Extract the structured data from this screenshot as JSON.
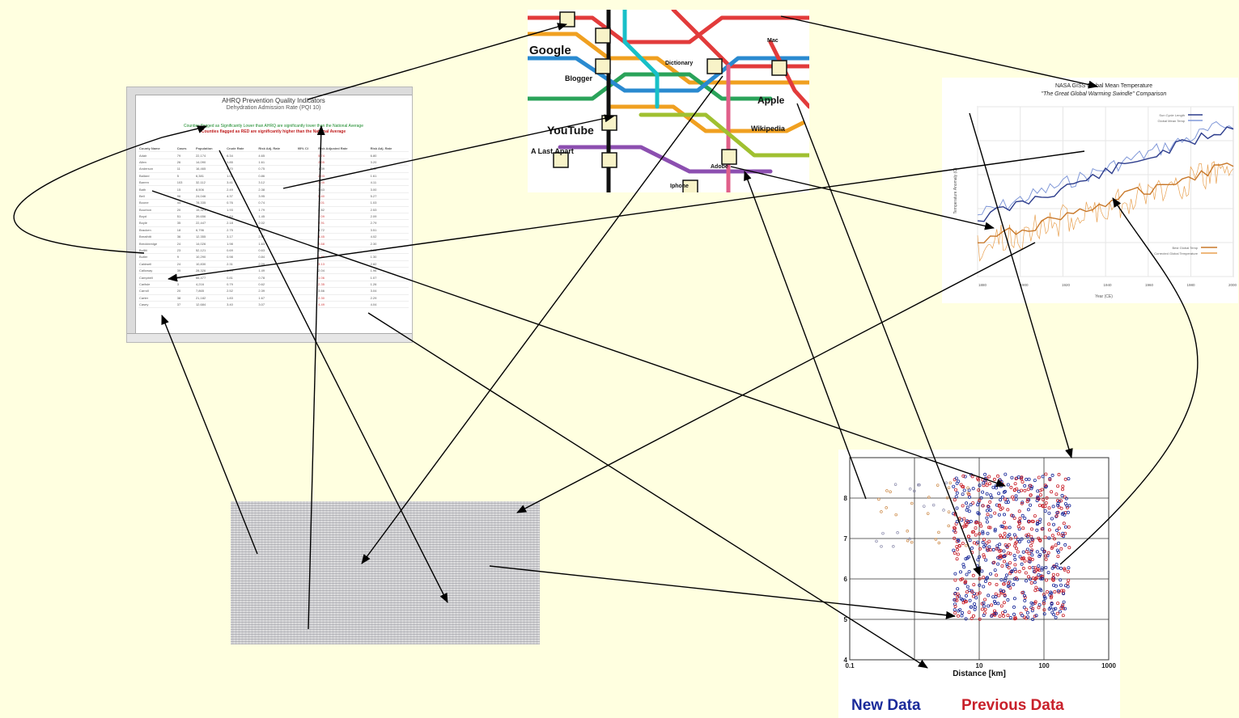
{
  "spreadsheet": {
    "title": "AHRQ Prevention Quality Indicators",
    "subtitle": "Dehydration Admission Rate (PQI 10)",
    "note_green": "Counties flagged as Significantly Lower than AHRQ are significantly lower than the National Average",
    "note_red": "Counties flagged as RED are significantly higher than the National Average",
    "headers": [
      "County Name",
      "Cases",
      "Population",
      "Crude Rate",
      "Risk Adj. Rate",
      "95% CI",
      "Risk Adjusted Rate",
      "Risk Adj. Rate"
    ],
    "rows": [
      [
        "Adair",
        "79",
        "22,174",
        "6.34",
        "4.65",
        "",
        "5.74",
        "6.80"
      ],
      [
        "Allen",
        "26",
        "14,090",
        "1.85",
        "1.61",
        "",
        "2.05",
        "3.20"
      ],
      [
        "Anderson",
        "11",
        "16,465",
        "0.70",
        "0.75",
        "",
        "1.39",
        "1.42"
      ],
      [
        "Ballard",
        "5",
        "6,381",
        "1.01",
        "0.86",
        "",
        "2.03",
        "1.61"
      ],
      [
        "Barren",
        "103",
        "32,112",
        "3.41",
        "3.12",
        "",
        "4.45",
        "4.11"
      ],
      [
        "Bath",
        "15",
        "8,506",
        "2.49",
        "2.38",
        "",
        "3.63",
        "3.00"
      ],
      [
        "Bell",
        "96",
        "24,046",
        "4.37",
        "3.95",
        "",
        "5.40",
        "5.27"
      ],
      [
        "Boone",
        "44",
        "78,335",
        "0.76",
        "0.74",
        "",
        "1.01",
        "1.03"
      ],
      [
        "Bourbon",
        "20",
        "15,321",
        "1.93",
        "1.79",
        "",
        "2.82",
        "2.53"
      ],
      [
        "Boyd",
        "51",
        "39,656",
        "1.84",
        "1.45",
        "",
        "2.09",
        "2.09"
      ],
      [
        "Boyle",
        "35",
        "22,447",
        "2.18",
        "2.02",
        "",
        "2.91",
        "2.79"
      ],
      [
        "Bracken",
        "18",
        "6,796",
        "2.75",
        "2.51",
        "",
        "3.72",
        "3.51"
      ],
      [
        "Breathitt",
        "36",
        "12,355",
        "3.17",
        "2.97",
        "",
        "4.45",
        "4.02"
      ],
      [
        "Breckinridge",
        "24",
        "14,026",
        "1.98",
        "1.63",
        "",
        "2.68",
        "2.30"
      ],
      [
        "Bullitt",
        "23",
        "52,121",
        "0.69",
        "0.63",
        "",
        "1.01",
        "0.96"
      ],
      [
        "Butler",
        "9",
        "10,290",
        "0.98",
        "0.84",
        "",
        "1.80",
        "1.30"
      ],
      [
        "Caldwell",
        "24",
        "10,830",
        "2.31",
        "2.09",
        "",
        "3.13",
        "2.82"
      ],
      [
        "Calloway",
        "39",
        "28,326",
        "1.63",
        "1.49",
        "",
        "2.04",
        "1.96"
      ],
      [
        "Campbell",
        "54",
        "66,477",
        "0.81",
        "0.78",
        "",
        "1.06",
        "1.07"
      ],
      [
        "Carlisle",
        "3",
        "4,216",
        "0.79",
        "0.62",
        "",
        "2.35",
        "1.26"
      ],
      [
        "Carroll",
        "20",
        "7,865",
        "2.52",
        "2.39",
        "",
        "3.66",
        "3.04"
      ],
      [
        "Carter",
        "38",
        "21,182",
        "1.83",
        "1.67",
        "",
        "2.30",
        "2.29"
      ],
      [
        "Casey",
        "37",
        "12,684",
        "3.40",
        "3.07",
        "",
        "4.49",
        "4.04"
      ]
    ]
  },
  "metro_map": {
    "labels": [
      "Google",
      "Blogger",
      "YouTube",
      "A Last Apart",
      "Apple",
      "Wikipedia",
      "Adobe",
      "Dictionary",
      "Mac",
      "Iphone"
    ],
    "colors": [
      "#e23b3b",
      "#f0a020",
      "#2aa35a",
      "#2a8ad0",
      "#8c4fb0",
      "#18c0c8",
      "#111111",
      "#e0608a",
      "#a0c030"
    ]
  },
  "temp_chart": {
    "title": "NASA GISS Global Mean Temperature",
    "subtitle": "\"The Great Global Warming Swindle\" Comparison",
    "xlabel": "Year (CE)",
    "ylabel": "Temperature Anomaly (C)",
    "xticks": [
      "1880",
      "1900",
      "1920",
      "1940",
      "1960",
      "1980",
      "2000"
    ],
    "legend_top": [
      "Sun Cycle Length",
      "Global Mean Temp"
    ],
    "legend_bottom": [
      "Best Global Temp",
      "Corrected Global Temperature"
    ],
    "series_colors": [
      "#2c3c8c",
      "#8098d8",
      "#c8782a",
      "#e8a050"
    ]
  },
  "chart_data": {
    "type": "scatter",
    "title": "",
    "xlabel": "Distance [km]",
    "ylabel": "",
    "xscale": "log",
    "xlim": [
      0.1,
      1000
    ],
    "ylim": [
      4,
      9
    ],
    "xticks": [
      "0.1",
      "10",
      "100",
      "1000"
    ],
    "yticks": [
      "4",
      "5",
      "6",
      "7",
      "8"
    ],
    "grid": true,
    "legend_position": "bottom",
    "series": [
      {
        "name": "New Data",
        "color": "#1a2a9a"
      },
      {
        "name": "Previous Data",
        "color": "#c8202a"
      }
    ]
  }
}
